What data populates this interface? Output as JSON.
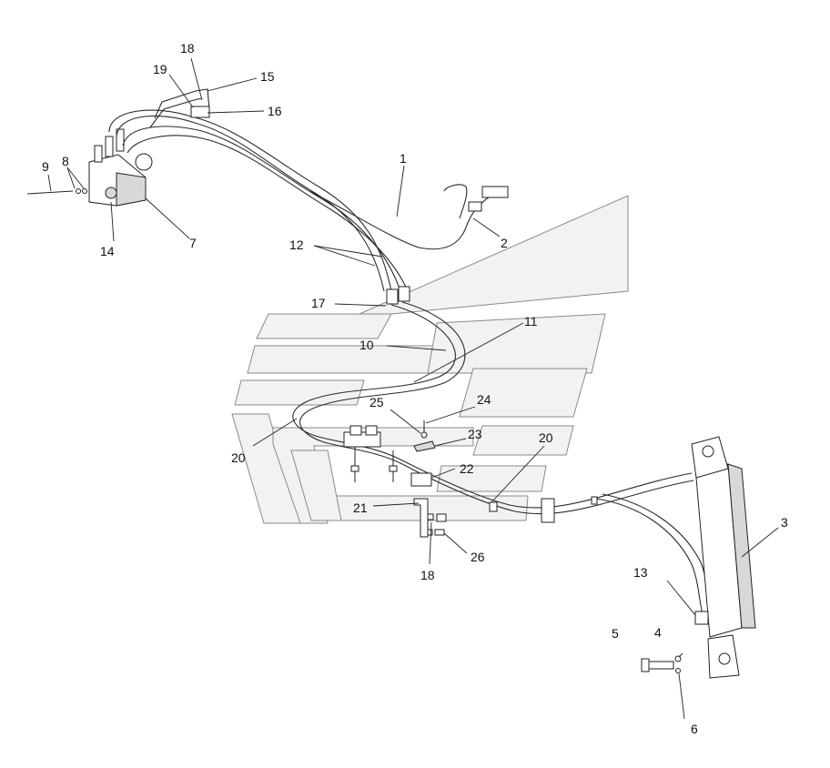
{
  "callouts": [
    {
      "id": "c1",
      "text": "1"
    },
    {
      "id": "c2",
      "text": "2"
    },
    {
      "id": "c3",
      "text": "3"
    },
    {
      "id": "c4",
      "text": "4"
    },
    {
      "id": "c5",
      "text": "5"
    },
    {
      "id": "c6",
      "text": "6"
    },
    {
      "id": "c7",
      "text": "7"
    },
    {
      "id": "c8",
      "text": "8"
    },
    {
      "id": "c9",
      "text": "9"
    },
    {
      "id": "c10",
      "text": "10"
    },
    {
      "id": "c11",
      "text": "11"
    },
    {
      "id": "c12",
      "text": "12"
    },
    {
      "id": "c13",
      "text": "13"
    },
    {
      "id": "c14",
      "text": "14"
    },
    {
      "id": "c15",
      "text": "15"
    },
    {
      "id": "c16",
      "text": "16"
    },
    {
      "id": "c17",
      "text": "17"
    },
    {
      "id": "c18a",
      "text": "18"
    },
    {
      "id": "c18b",
      "text": "18"
    },
    {
      "id": "c19",
      "text": "19"
    },
    {
      "id": "c20a",
      "text": "20"
    },
    {
      "id": "c20b",
      "text": "20"
    },
    {
      "id": "c21",
      "text": "21"
    },
    {
      "id": "c22",
      "text": "22"
    },
    {
      "id": "c23",
      "text": "23"
    },
    {
      "id": "c24",
      "text": "24"
    },
    {
      "id": "c25",
      "text": "25"
    },
    {
      "id": "c26",
      "text": "26"
    }
  ]
}
